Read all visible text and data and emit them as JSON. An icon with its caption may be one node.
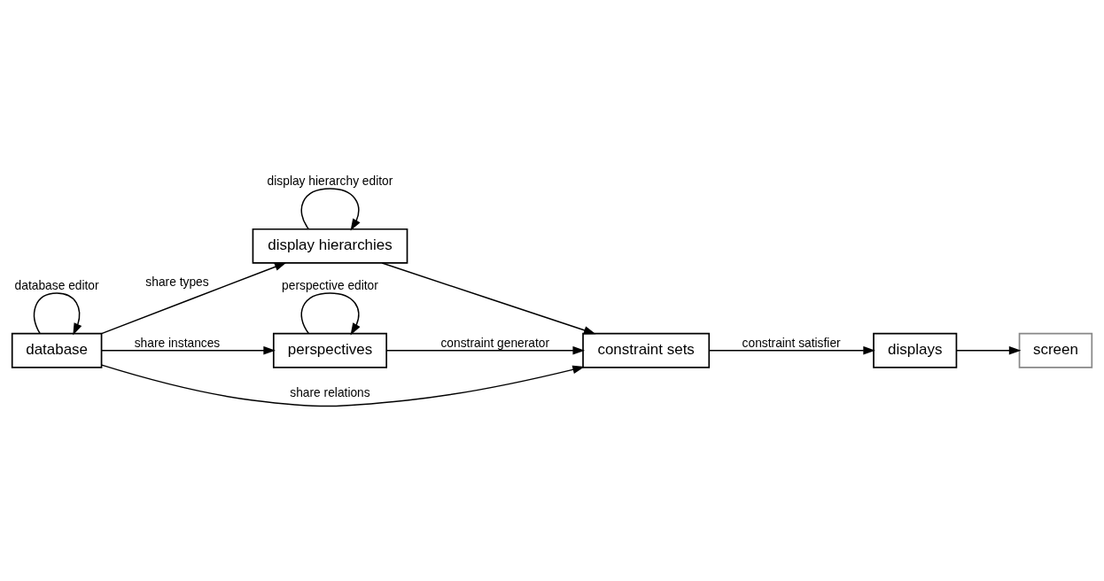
{
  "diagram": {
    "nodes": [
      {
        "text": [
          "displays"
        ]
      },
      {
        "text": [
          "screen"
        ]
      },
      {
        "text": [
          "display hierarchies"
        ]
      },
      {
        "text": [
          "perspectives"
        ]
      },
      {
        "text": [
          "constraint sets"
        ]
      },
      {
        "text": [
          "database"
        ]
      }
    ],
    "edges": [
      {
        "from": 0,
        "to": 1,
        "arrow": "to"
      },
      {
        "from": 2,
        "to": 2,
        "arrow": "to",
        "label": "display hierarchy editor"
      },
      {
        "from": 3,
        "to": 3,
        "arrow": "to",
        "label": "perspective editor"
      },
      {
        "from": 2,
        "to": 4,
        "arrow": "to"
      },
      {
        "from": 3,
        "to": 4,
        "arrow": "to",
        "label": "constraint generator"
      },
      {
        "from": 4,
        "to": 0,
        "arrow": "to",
        "label": "constraint satisfier"
      },
      {
        "from": 5,
        "to": 2,
        "arrow": "to",
        "label": "share types"
      },
      {
        "from": 5,
        "to": 3,
        "arrow": "to",
        "label": "share instances"
      },
      {
        "from": 5,
        "to": 4,
        "arrow": "to",
        "label": "share relations"
      },
      {
        "from": 5,
        "to": 5,
        "arrow": "to",
        "label": "database editor"
      }
    ]
  }
}
